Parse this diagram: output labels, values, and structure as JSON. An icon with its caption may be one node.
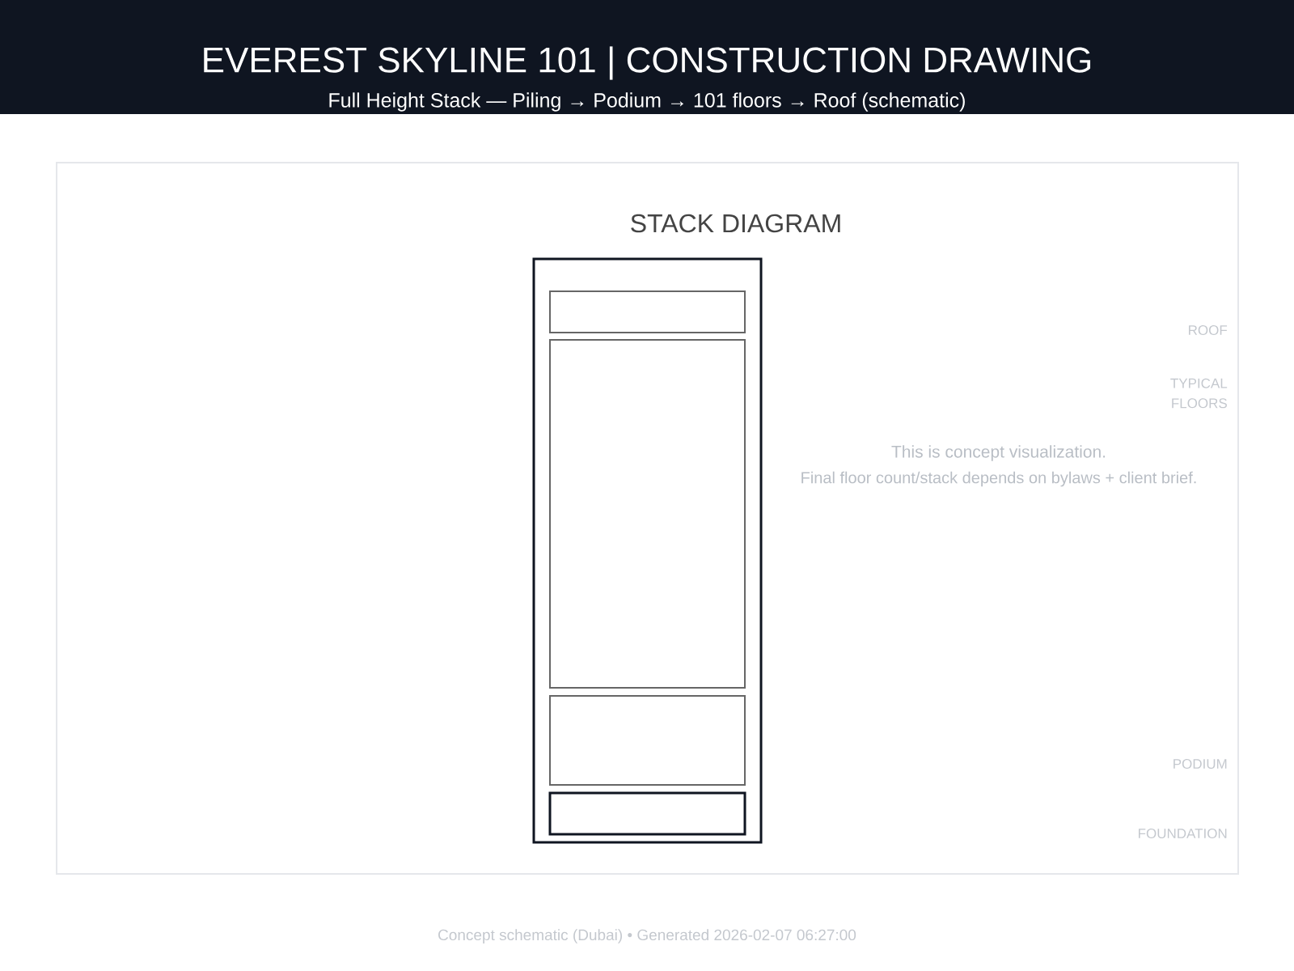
{
  "diagram": {
    "title": "EVEREST SKYLINE 101 | CONSTRUCTION DRAWING",
    "nodes": [
      {
        "text": [],
        "shape": "box"
      },
      {
        "text": [],
        "shape": "box",
        "in": 0
      },
      {
        "text": [],
        "shape": "box",
        "in": 0
      },
      {
        "text": [],
        "shape": "box",
        "in": 0
      },
      {
        "text": [],
        "shape": "box",
        "in": 0
      }
    ],
    "edges": [],
    "labels": [
      "Full Height Stack — Piling → Podium → 101 floors → Roof (schematic)",
      "STACK DIAGRAM",
      "ROOF",
      "TYPICAL FLOORS",
      "This is concept visualization.",
      "Final floor count/stack depends on bylaws + client brief.",
      "PODIUM",
      "FOUNDATION",
      "Concept schematic (Dubai) • Generated 2026-02-07 06:27:00"
    ]
  }
}
